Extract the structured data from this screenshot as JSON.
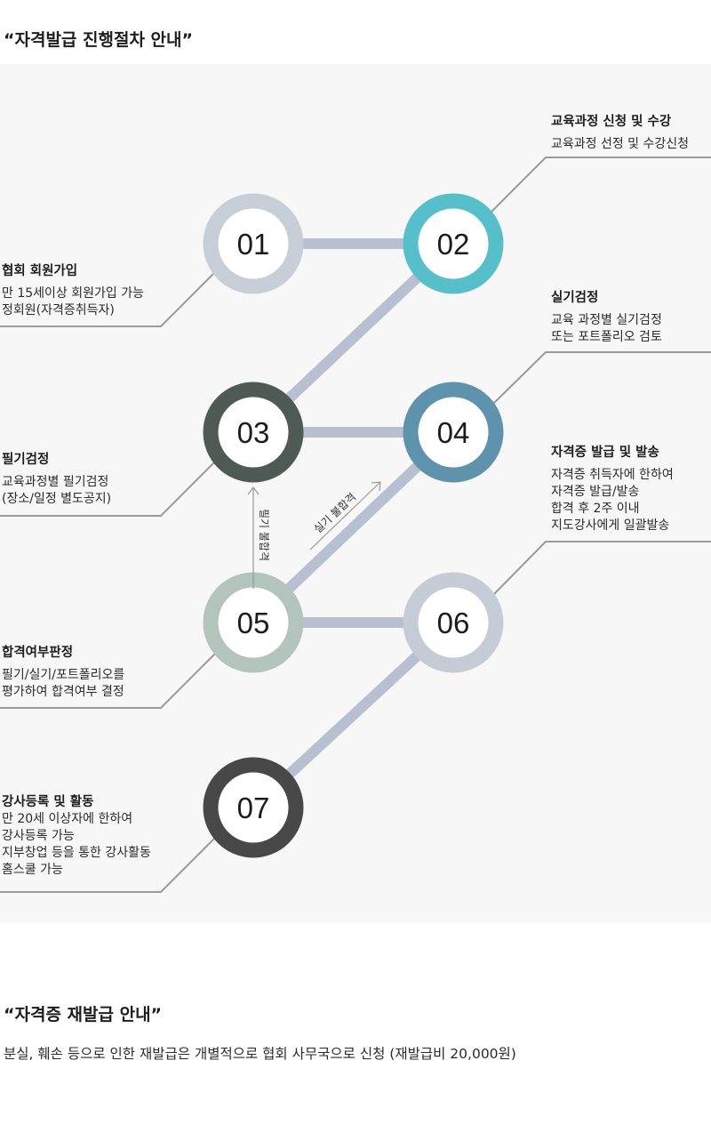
{
  "section1": {
    "title": "“자격발급 진행절차 안내”"
  },
  "section2": {
    "title": "“자격증 재발급 안내”",
    "note": "분실, 훼손 등으로 인한 재발급은 개별적으로 협회 사무국으로 신청 (재발급비 20,000원)"
  },
  "steps": [
    {
      "number": "01",
      "color": "#c8ced8",
      "title": "협회 회원가입",
      "lines": [
        "만 15세이상 회원가입 가능",
        "정회원(자격증취득자)"
      ]
    },
    {
      "number": "02",
      "color": "#57bfc9",
      "title": "교육과정 신청 및 수강",
      "lines": [
        "교육과정 선정 및 수강신청"
      ]
    },
    {
      "number": "03",
      "color": "#4f5a55",
      "title": "필기검정",
      "lines": [
        "교육과정별 필기검정",
        "(장소/일정 별도공지)"
      ]
    },
    {
      "number": "04",
      "color": "#5f93ad",
      "title": "실기검정",
      "lines": [
        "교육 과정별 실기검정",
        "또는 포트폴리오 검토"
      ]
    },
    {
      "number": "05",
      "color": "#b2c4bc",
      "title": "합격여부판정",
      "lines": [
        "필기/실기/포트폴리오를",
        "평가하여 합격여부 결정"
      ]
    },
    {
      "number": "06",
      "color": "#c6ccd6",
      "title": "자격증 발급 및 발송",
      "lines": [
        "자격증 취득자에 한하여",
        "자격증 발급/발송",
        "합격 후 2주 이내",
        "지도강사에게 일괄발송"
      ]
    },
    {
      "number": "07",
      "color": "#484848",
      "title": "강사등록 및 활동",
      "lines": [
        "만 20세 이상자에 한하여",
        "강사등록 가능",
        "지부창업 등을 통한 강사활동",
        "홈스쿨 가능"
      ]
    }
  ],
  "arrows": {
    "written_fail": "필기 불합격",
    "practical_fail": "실기 불합격"
  }
}
